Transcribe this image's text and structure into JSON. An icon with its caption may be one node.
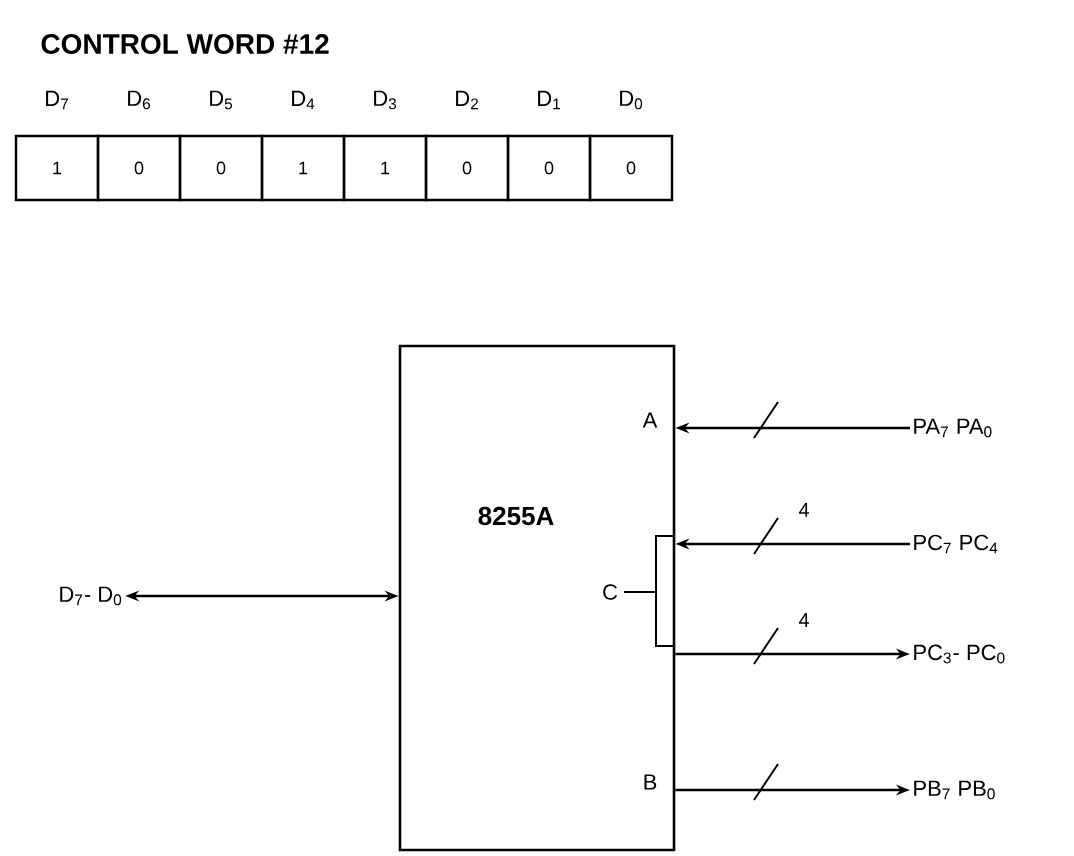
{
  "diagram": {
    "title": "CONTROL WORD #12",
    "nodes": [
      {
        "text": [
          "8255A"
        ]
      },
      {
        "text": [
          "PA$_{7}$ PA$_{0}$"
        ]
      },
      {
        "text": [
          "PC$_{7}$ PC$_{4}$"
        ]
      },
      {
        "text": [
          "PC$_{3}$- PC$_{0}$"
        ]
      },
      {
        "text": [
          "PB$_{7}$ PB$_{0}$"
        ]
      },
      {
        "text": [
          "D$_{7}$- D$_{0}$"
        ]
      }
    ],
    "edges": [
      {
        "from": 1,
        "to": 0,
        "arrow": "to"
      },
      {
        "from": 2,
        "to": 0,
        "arrow": "to",
        "label": "4"
      },
      {
        "from": 0,
        "to": 3,
        "arrow": "to",
        "label": "4"
      },
      {
        "from": 0,
        "to": 4,
        "arrow": "to"
      },
      {
        "from": 5,
        "to": 0,
        "arrow": "both"
      }
    ],
    "labels": [
      "D$_{7}$",
      "D$_{6}$",
      "D$_{5}$",
      "D$_{4}$",
      "D$_{3}$",
      "D$_{2}$",
      "D$_{1}$",
      "D$_{0}$",
      "1",
      "0",
      "0",
      "1",
      "1",
      "0",
      "0",
      "0",
      "A",
      "C",
      "B"
    ]
  }
}
